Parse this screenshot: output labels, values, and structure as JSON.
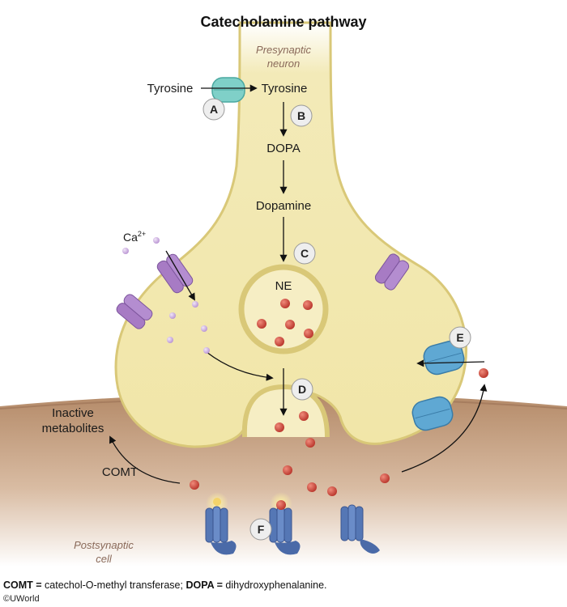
{
  "title": "Catecholamine pathway",
  "presynaptic_label": [
    "Presynaptic",
    "neuron"
  ],
  "postsynaptic_label": [
    "Postsynaptic",
    "cell"
  ],
  "pathway": {
    "tyrosine_outside": "Tyrosine",
    "tyrosine_inside": "Tyrosine",
    "dopa": "DOPA",
    "dopamine": "Dopamine",
    "ne": "NE"
  },
  "calcium": {
    "base": "Ca",
    "charge": "2+"
  },
  "inactive_metabolites": [
    "Inactive",
    "metabolites"
  ],
  "comt": "COMT",
  "steps": [
    "A",
    "B",
    "C",
    "D",
    "E",
    "F"
  ],
  "footnote": {
    "comt_abbr": "COMT =",
    "comt_def": " catechol-O-methyl transferase; ",
    "dopa_abbr": "DOPA =",
    "dopa_def": " dihydroxyphenalanine."
  },
  "copyright": "©UWorld",
  "colors": {
    "neuron_fill": "#f1e6a8",
    "neuron_edge": "#d9c878",
    "postsynaptic_fill": "#c9a384",
    "transporter_teal": "#7fd0c8",
    "transporter_blue": "#5fa8d3",
    "calcium_channel": "#a77bc4",
    "receptor": "#5577b5",
    "molecule": "#d2483a",
    "calcium_ion": "#cdb0e0"
  }
}
